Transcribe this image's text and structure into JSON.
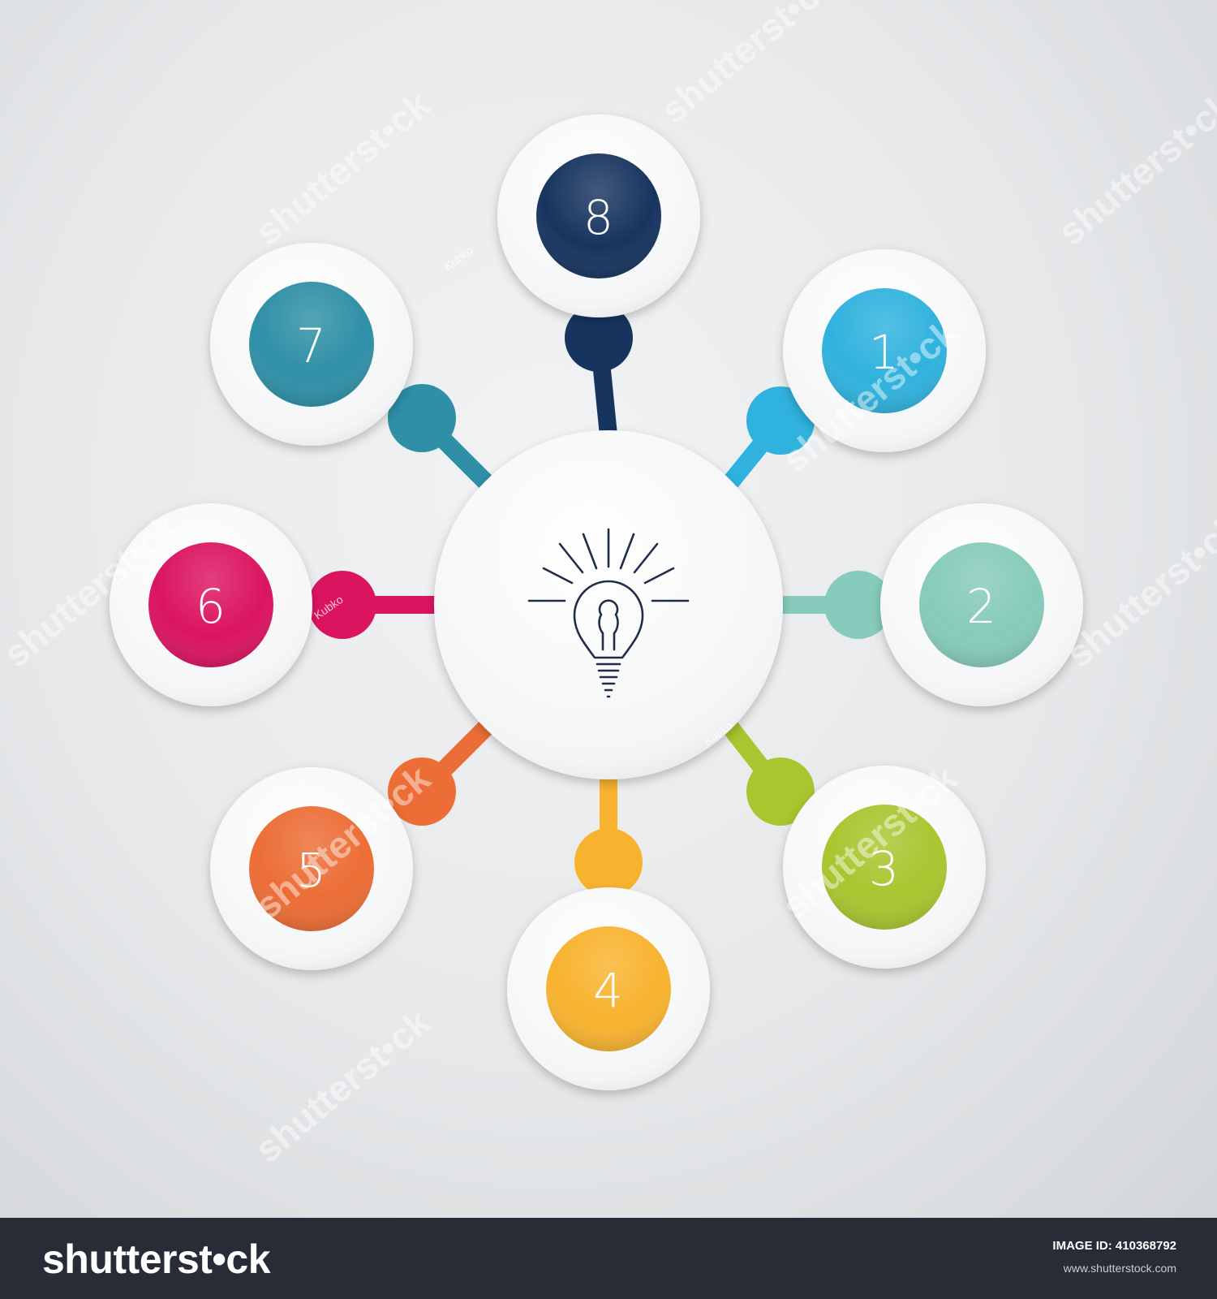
{
  "diagram": {
    "center": {
      "icon": "lightbulb-icon"
    },
    "nodes": [
      {
        "label": "1",
        "color": "#2fb2de"
      },
      {
        "label": "2",
        "color": "#86cbbb"
      },
      {
        "label": "3",
        "color": "#a9c52f"
      },
      {
        "label": "4",
        "color": "#f8b32e"
      },
      {
        "label": "5",
        "color": "#ec6d35"
      },
      {
        "label": "6",
        "color": "#db1460"
      },
      {
        "label": "7",
        "color": "#2e8fa6"
      },
      {
        "label": "8",
        "color": "#17345f"
      }
    ]
  },
  "watermark": {
    "stock_text": "shutterst•ck",
    "author_text": "Kubko"
  },
  "footer": {
    "logo": "shutterst•ck",
    "image_id_label": "IMAGE ID: 410368792",
    "url": "www.shutterstock.com"
  }
}
